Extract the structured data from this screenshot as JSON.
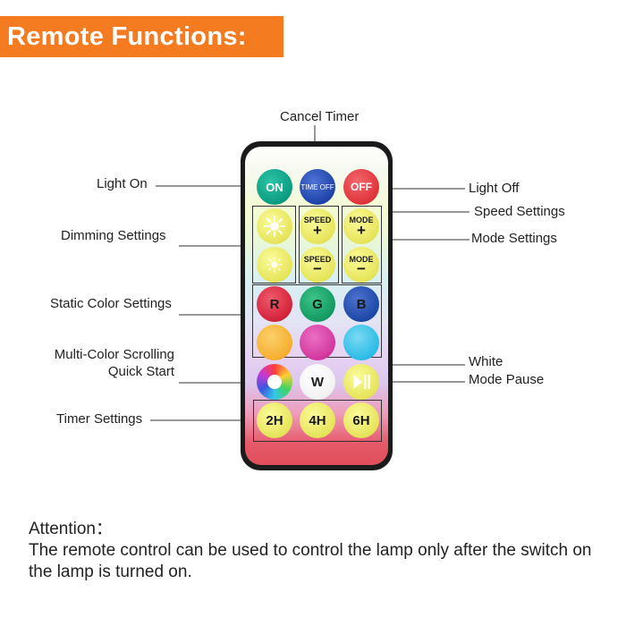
{
  "banner": {
    "title": "Remote Functions:"
  },
  "labels": {
    "cancel_timer": "Cancel Timer",
    "light_on": "Light On",
    "light_off": "Light Off",
    "speed_settings": "Speed Settings",
    "mode_settings": "Mode Settings",
    "dimming_settings": "Dimming Settings",
    "static_color_settings": "Static Color Settings",
    "multi_color_line1": "Multi-Color Scrolling",
    "multi_color_line2": "Quick Start",
    "white": "White",
    "mode_pause": "Mode Pause",
    "timer_settings": "Timer Settings"
  },
  "buttons": {
    "on": "ON",
    "time_off": "TIME OFF",
    "off": "OFF",
    "speed_plus_text": "SPEED",
    "speed_plus_sign": "+",
    "mode_plus_text": "MODE",
    "mode_plus_sign": "+",
    "speed_minus_text": "SPEED",
    "speed_minus_sign": "−",
    "mode_minus_text": "MODE",
    "mode_minus_sign": "−",
    "r": "R",
    "g": "G",
    "b": "B",
    "w": "W",
    "timer_2h": "2H",
    "timer_4h": "4H",
    "timer_6h": "6H"
  },
  "colors": {
    "banner": "#f47b20",
    "on": "#0c9b82",
    "time_off": "#1f43a8",
    "off": "#e0333b",
    "red": "#d3223c",
    "green": "#139a62",
    "blue": "#1d48a6",
    "orange": "#f6ae2f",
    "magenta": "#d2379e",
    "cyan": "#2bbce6"
  },
  "attention": {
    "title": "Attention：",
    "text": "The remote control can be used to control the lamp only after the switch on the lamp is turned on."
  }
}
